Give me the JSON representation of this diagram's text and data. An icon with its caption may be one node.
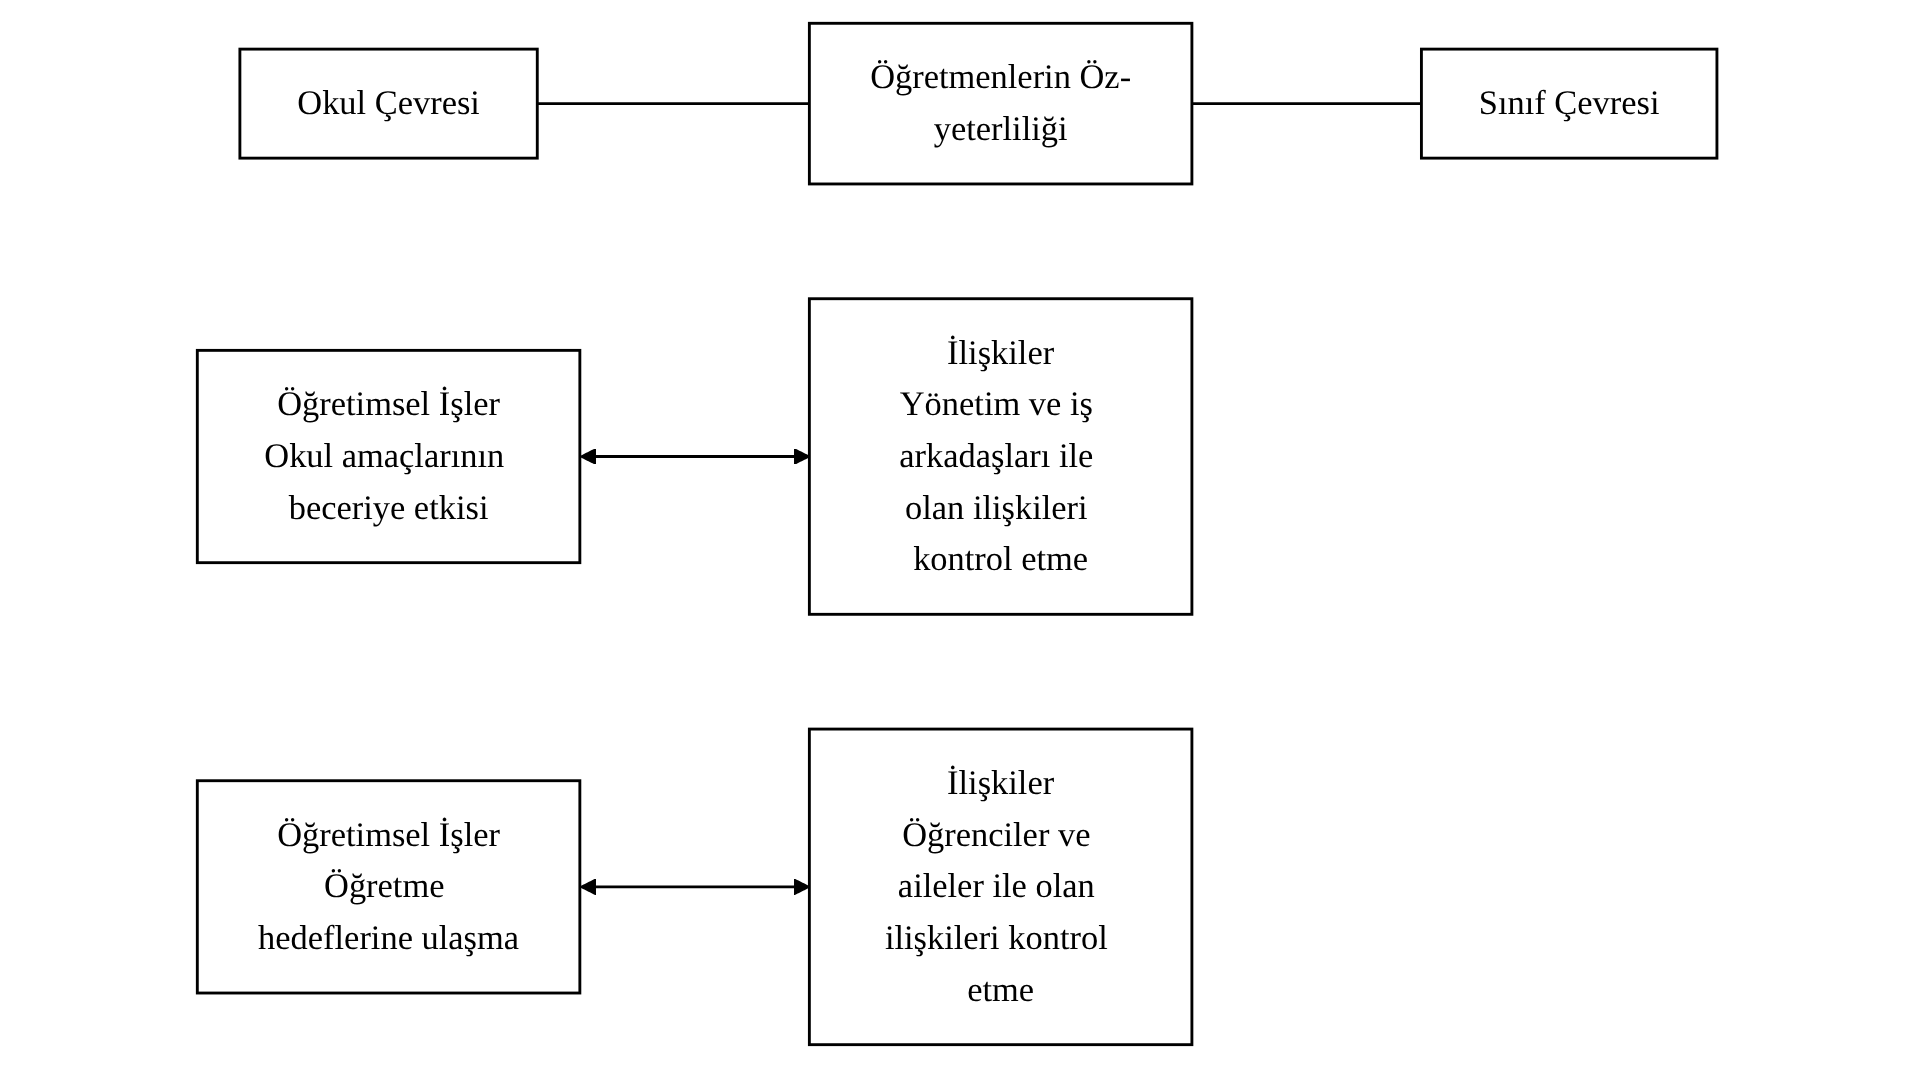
{
  "diagram": {
    "nodes": [
      {
        "text": [
          "Okul Çevresi"
        ]
      },
      {
        "text": [
          "Öğretmenlerin Öz-yeterliliği"
        ]
      },
      {
        "text": [
          "Sınıf Çevresi"
        ]
      },
      {
        "text": [
          "Öğretimsel İşler",
          "Okul amaçlarının beceriye etkisi"
        ]
      },
      {
        "text": [
          "İlişkiler",
          "Yönetim ve iş arkadaşları ile olan ilişkileri kontrol etme"
        ]
      },
      {
        "text": [
          "Öğretimsel İşler",
          "Öğretme hedeflerine ulaşma"
        ]
      },
      {
        "text": [
          "İlişkiler",
          "Öğrenciler ve aileler ile olan ilişkileri kontrol etme"
        ]
      }
    ],
    "edges": [
      {
        "from": 0,
        "to": 1,
        "arrow": "none"
      },
      {
        "from": 1,
        "to": 2,
        "arrow": "none"
      },
      {
        "from": 3,
        "to": 4,
        "arrow": "both"
      },
      {
        "from": 5,
        "to": 6,
        "arrow": "both"
      }
    ]
  }
}
